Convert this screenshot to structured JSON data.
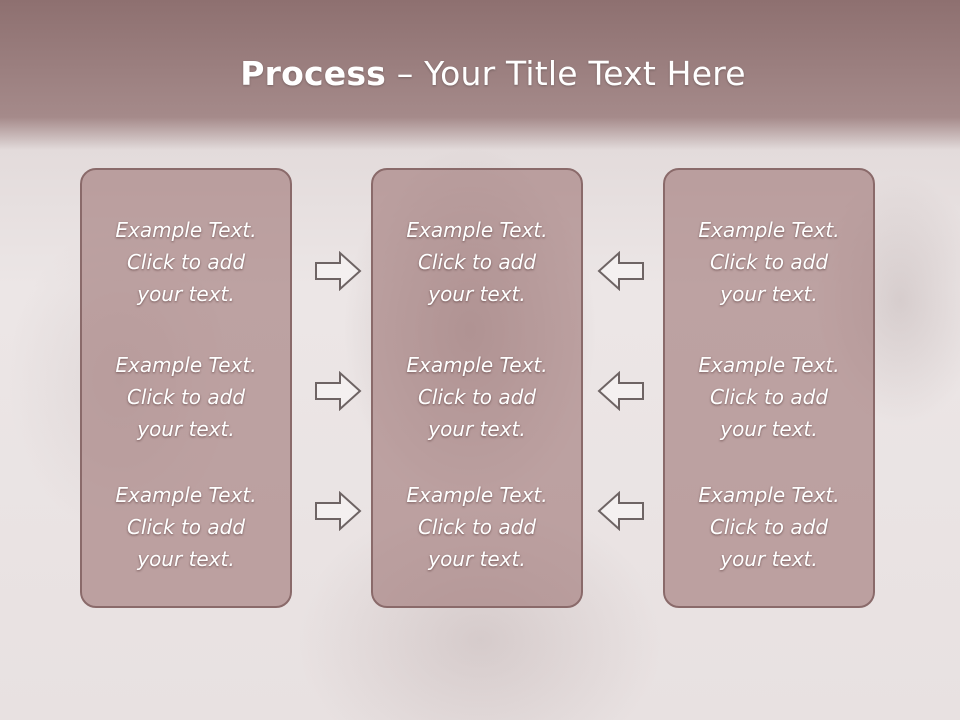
{
  "slide": {
    "title_bold": "Process",
    "title_rest": " – Your Title Text Here"
  },
  "columns": [
    {
      "items": [
        {
          "line1": "Example Text.",
          "line2": "Click  to add",
          "line3": "your text."
        },
        {
          "line1": "Example Text.",
          "line2": "Click  to add",
          "line3": "your text."
        },
        {
          "line1": "Example Text.",
          "line2": "Click  to add",
          "line3": "your text."
        }
      ]
    },
    {
      "items": [
        {
          "line1": "Example Text.",
          "line2": "Click  to add",
          "line3": "your text."
        },
        {
          "line1": "Example Text.",
          "line2": "Click  to add",
          "line3": "your text."
        },
        {
          "line1": "Example Text.",
          "line2": "Click  to add",
          "line3": "your text."
        }
      ]
    },
    {
      "items": [
        {
          "line1": "Example Text.",
          "line2": "Click  to add",
          "line3": "your text."
        },
        {
          "line1": "Example Text.",
          "line2": "Click  to add",
          "line3": "your text."
        },
        {
          "line1": "Example Text.",
          "line2": "Click  to add",
          "line3": "your text."
        }
      ]
    }
  ],
  "arrows": {
    "left_to_center": [
      "arrow-right-icon",
      "arrow-right-icon",
      "arrow-right-icon"
    ],
    "right_to_center": [
      "arrow-left-icon",
      "arrow-left-icon",
      "arrow-left-icon"
    ]
  },
  "colors": {
    "header": "#9b7f7f",
    "column_fill": "#b89898",
    "column_border": "#8a6a6a",
    "text": "#ffffff"
  }
}
